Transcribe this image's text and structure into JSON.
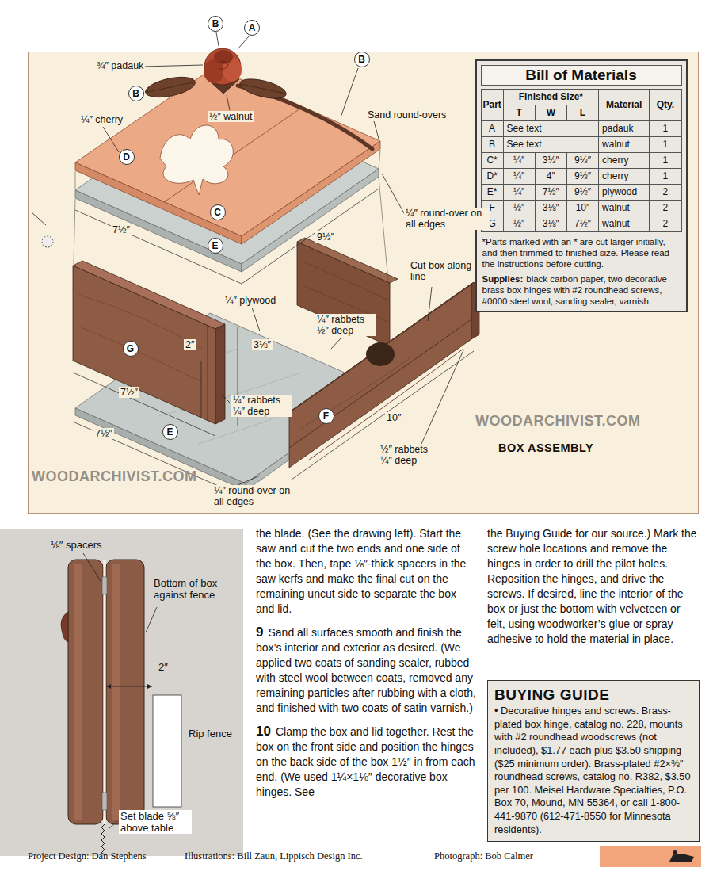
{
  "diagram": {
    "nodes": [
      {
        "text": [
          "BOX ASSEMBLY"
        ]
      },
      {
        "text": [
          "A"
        ]
      },
      {
        "text": [
          "B"
        ]
      },
      {
        "text": [
          "B"
        ],
        "in": 0
      },
      {
        "text": [
          "B"
        ],
        "in": 0
      },
      {
        "text": [
          "D"
        ],
        "in": 0
      },
      {
        "text": [
          "C"
        ],
        "in": 0
      },
      {
        "text": [
          "E"
        ],
        "in": 0
      },
      {
        "text": [
          "G"
        ],
        "in": 0
      },
      {
        "text": [
          "F"
        ],
        "in": 0
      },
      {
        "text": [
          "E"
        ],
        "in": 0
      },
      {
        "text": [
          "Bill of Materials"
        ],
        "in": 0
      },
      {
        "text": [
          "BUYING GUIDE",
          "• Decorative hinges and screws. Brass-plated box hinge, catalog no. 228, mounts with #2 roundhead woodscrews (not included), $1.77 each plus $3.50 shipping ($25 minimum order). Brass-plated #2×⅜″ roundhead screws, catalog no. R382, $3.50 per 100. Meisel Hardware Specialties, P.O. Box 70, Mound, MN 55364, or call 1-800-441-9870 (612-471-8550 for Minnesota residents)."
        ]
      }
    ],
    "labels": [
      "¾″ padauk",
      "½″ walnut",
      "¼″ cherry",
      "Sand round-overs",
      "7½″",
      "9½″",
      "¼″ round-over on all edges",
      "¼″ plywood",
      "Cut box along line",
      "¼″ rabbets ½″ deep",
      "2″",
      "3⅛″",
      "7½″",
      "¼″ rabbets ¼″ deep",
      "10″",
      "½″ rabbets ¼″ deep",
      "7½″",
      "¼″ round-over on all edges",
      "WOODARCHIVIST.COM",
      "WOODARCHIVIST.COM",
      "Part",
      "Finished Size*",
      "T",
      "W",
      "L",
      "Material",
      "Qty.",
      "A",
      "See text",
      "padauk",
      "1",
      "B",
      "See text",
      "walnut",
      "1",
      "C*",
      "¼″",
      "3½″",
      "9½″",
      "cherry",
      "1",
      "D*",
      "¼″",
      "4″",
      "9½″",
      "cherry",
      "1",
      "E*",
      "¼″",
      "7½″",
      "9½″",
      "plywood",
      "2",
      "F",
      "½″",
      "3⅛″",
      "10″",
      "walnut",
      "2",
      "G",
      "½″",
      "3⅛″",
      "7½″",
      "walnut",
      "2",
      "*Parts marked with an * are cut larger initially, and then trimmed to finished size. Please read the instructions before cutting.",
      "Supplies:",
      "black carbon paper, two decorative brass box hinges with #2 roundhead screws, #0000 steel wool, sanding sealer, varnish.",
      "⅛″ spacers",
      "Bottom of box against fence",
      "2″",
      "Rip fence",
      "Set blade ⅝″ above table",
      "the blade. (See the drawing left). Start the saw and cut the two ends and one side of the box. Then, tape ⅛″-thick spacers in the saw kerfs and make the final cut on the remaining uncut side to separate the box and lid.",
      "9",
      "Sand all surfaces smooth and finish the box’s interior and exterior as desired. (We applied two coats of sanding sealer, rubbed with steel wool between coats, removed any remaining particles after rubbing with a cloth, and finished with two coats of satin varnish.)",
      "10",
      "Clamp the box and lid together. Rest the box on the front side and position the hinges on the back side of the box 1½″ in from each end. (We used 1¼×1⅛″ decorative box hinges. See",
      "the Buying Guide for our source.) Mark the screw hole locations and remove the hinges in order to drill the pilot holes. Reposition the hinges, and drive the screws. If desired, line the interior of the box or just the bottom with velveteen or felt, using woodworker’s glue or spray adhesive to hold the material in place.",
      "Project Design: Dan Stephens",
      "Illustrations: Bill Zaun, Lippisch Design Inc.",
      "Photograph: Bob Calmer"
    ]
  }
}
